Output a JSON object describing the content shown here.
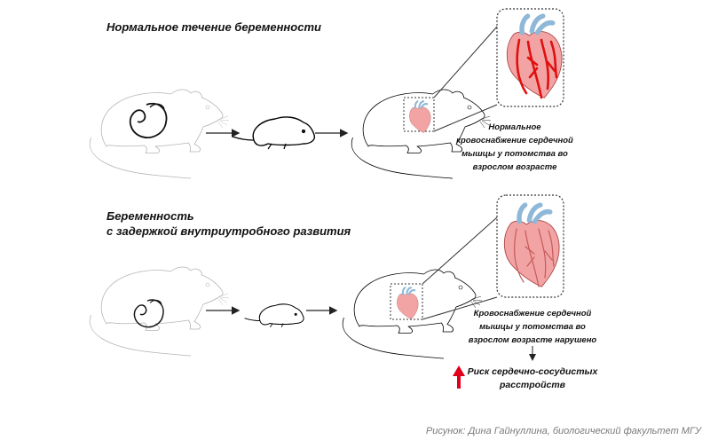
{
  "panel_normal": {
    "title": "Нормальное течение беременности",
    "caption": [
      "Нормальное",
      "кровоснабжение сердечной",
      "мышцы у потомства во",
      "взрослом возрасте"
    ]
  },
  "panel_iugr": {
    "title_line1": "Беременность",
    "title_line2": "с задержкой внутриутробного развития",
    "caption": [
      "Кровоснабжение сердечной",
      "мышцы у потомства во",
      "взрослом возрасте нарушено"
    ],
    "risk": [
      "Риск сердечно-сосудистых",
      "расстройств"
    ]
  },
  "credit": "Рисунок: Дина Гайнуллина, биологический факультет МГУ",
  "colors": {
    "heart_fill": "#f2a4a4",
    "heart_stroke": "#b04a4a",
    "vessel": "#8fb8d8",
    "artery_normal": "#e01010",
    "artery_impaired": "#c45a5a",
    "risk_arrow": "#e0001b",
    "pregnant_outline": "#b4b4b4",
    "adult_outline": "#000000"
  }
}
